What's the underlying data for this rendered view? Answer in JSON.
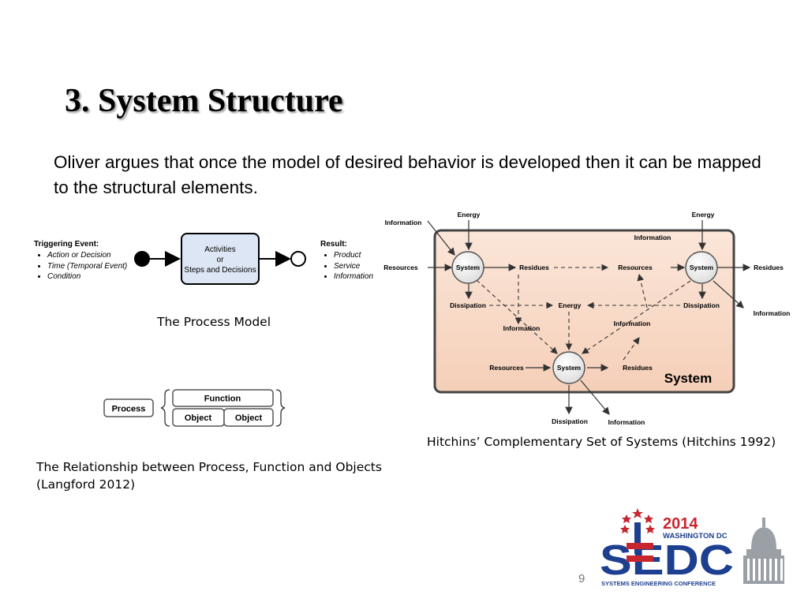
{
  "slide": {
    "title": "3. System Structure",
    "intro": "Oliver argues that once the model of desired behavior is developed then it can be mapped to the structural elements.",
    "page_number": "9"
  },
  "process_model": {
    "triggering_heading": "Triggering Event:",
    "triggering_items": [
      "Action or Decision",
      "Time (Temporal Event)",
      "Condition"
    ],
    "box_lines": [
      "Activities",
      "or",
      "Steps and Decisions"
    ],
    "result_heading": "Result:",
    "result_items": [
      "Product",
      "Service",
      "Information"
    ],
    "caption": "The Process Model"
  },
  "relationship": {
    "process": "Process",
    "function": "Function",
    "object1": "Object",
    "object2": "Object",
    "caption_line1": "The Relationship between Process, Function and Objects",
    "caption_line2": "(Langford 2012)"
  },
  "hitchins": {
    "caption": "Hitchins’ Complementary Set of Systems (Hitchins 1992)",
    "frame_label": "System",
    "labels": {
      "energy_left": "Energy",
      "energy_right": "Energy",
      "energy_mid": "Energy",
      "information_topleft": "Information",
      "information_topmid": "Information",
      "information_right": "Information",
      "information_midleft": "Information",
      "information_midright": "Information",
      "information_bottom": "Information",
      "resources_left": "Resources",
      "resources_mid": "Resources",
      "resources_bottom": "Resources",
      "residues_left": "Residues",
      "residues_right": "Residues",
      "residues_bottom": "Residues",
      "dissipation_left": "Dissipation",
      "dissipation_right": "Dissipation",
      "dissipation_bottom": "Dissipation",
      "system_left": "System",
      "system_right": "System",
      "system_bottom": "System"
    }
  },
  "logo": {
    "year": "2014",
    "location": "WASHINGTON DC",
    "letters": "SEDC",
    "tagline": "SYSTEMS ENGINEERING CONFERENCE",
    "colors": {
      "red": "#c8262f",
      "blue": "#1d3f8f"
    }
  },
  "colors": {
    "frame_fill": "#f8dccb",
    "box_fill": "#dde6f4"
  }
}
